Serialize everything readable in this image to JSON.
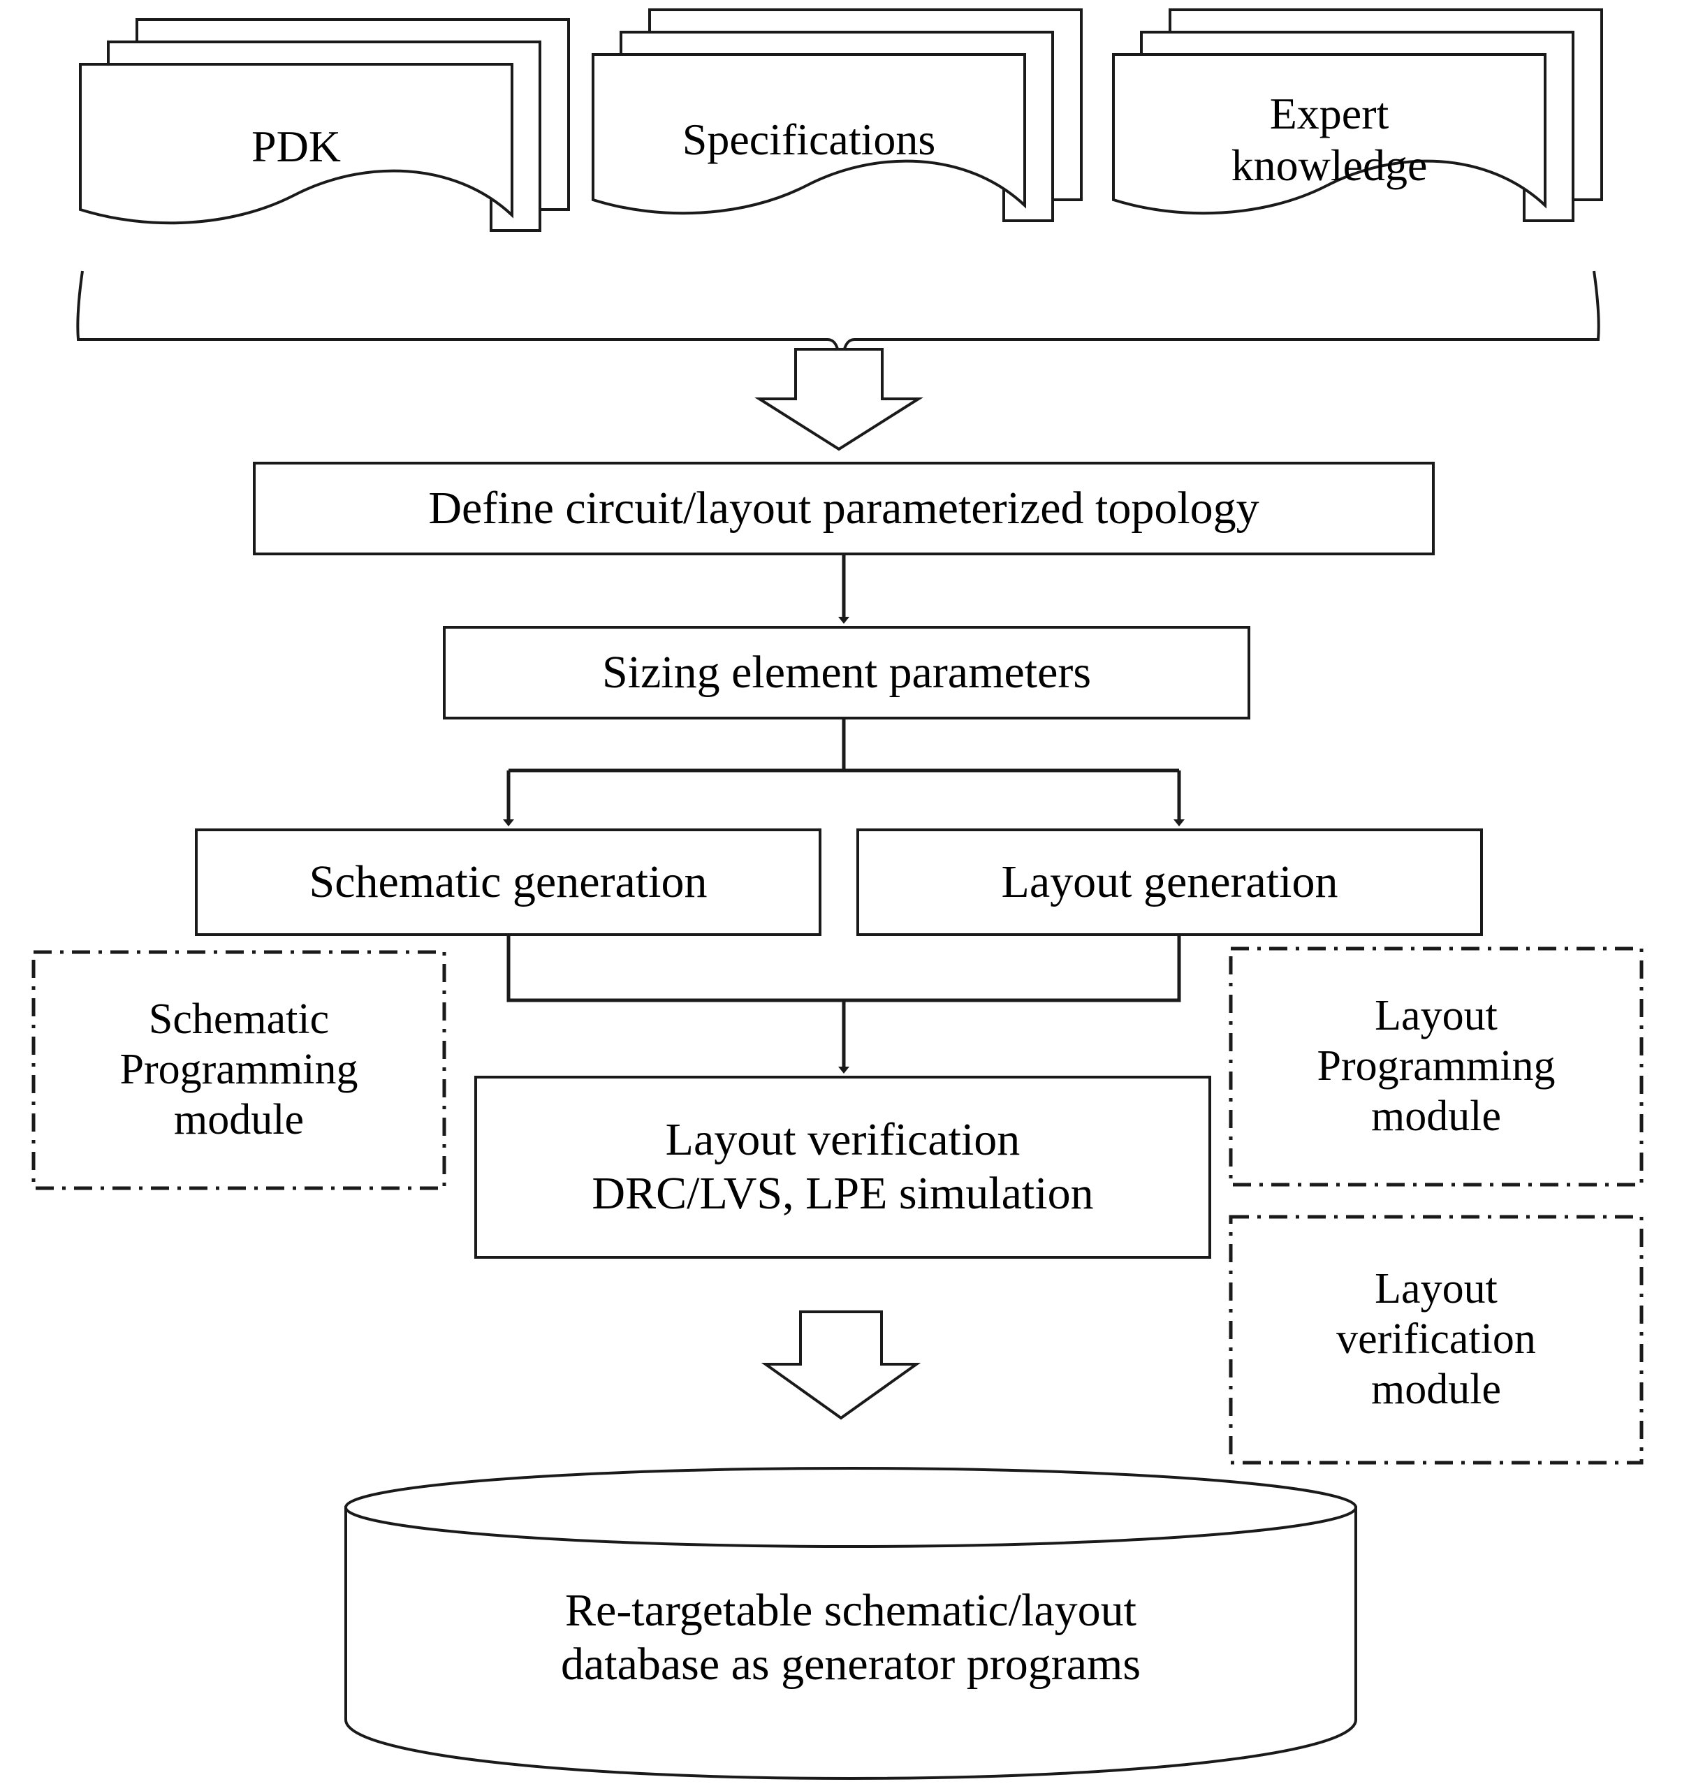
{
  "diagram": {
    "title": "Re-targetable circuit and layout generation flow",
    "type": "flowchart",
    "stroke_color": "#1a1a1a",
    "fill_color": "#ffffff",
    "text_color": "#000000"
  },
  "inputs": {
    "shape": "stacked-document",
    "items": [
      {
        "id": "pdk",
        "label": "PDK",
        "copies": 3
      },
      {
        "id": "specifications",
        "label": "Specifications",
        "copies": 3
      },
      {
        "id": "expert-knowledge",
        "label": "Expert\nknowledge",
        "copies": 3
      }
    ]
  },
  "process": {
    "steps": [
      {
        "id": "define-topology",
        "label": "Define circuit/layout parameterized topology",
        "shape": "rect"
      },
      {
        "id": "sizing-parameters",
        "label": "Sizing element parameters",
        "shape": "rect"
      },
      {
        "id": "schematic-generation",
        "label": "Schematic generation",
        "shape": "rect"
      },
      {
        "id": "layout-generation",
        "label": "Layout generation",
        "shape": "rect"
      },
      {
        "id": "layout-verification",
        "label": "Layout verification\nDRC/LVS, LPE simulation",
        "shape": "rect"
      }
    ]
  },
  "modules": [
    {
      "id": "schematic-programming-module",
      "label": "Schematic\nProgramming\nmodule",
      "side": "left",
      "border": "dash-dot"
    },
    {
      "id": "layout-programming-module",
      "label": "Layout\nProgramming\nmodule",
      "side": "right",
      "border": "dash-dot"
    },
    {
      "id": "layout-verification-module",
      "label": "Layout\nverification\nmodule",
      "side": "right",
      "border": "dash-dot"
    }
  ],
  "output": {
    "id": "database",
    "shape": "cylinder",
    "label": "Re-targetable schematic/layout\ndatabase as generator programs"
  },
  "connectors": [
    {
      "id": "inputs-bracket",
      "type": "brace",
      "from": "inputs",
      "to": "block-arrow-1"
    },
    {
      "id": "block-arrow-1",
      "type": "block-arrow-down",
      "from": "inputs-bracket",
      "to": "define-topology"
    },
    {
      "id": "arrow-define-to-sizing",
      "type": "line-arrow-down",
      "from": "define-topology",
      "to": "sizing-parameters"
    },
    {
      "id": "split-sizing",
      "type": "split-down",
      "from": "sizing-parameters",
      "to": "schematic-generation,layout-generation"
    },
    {
      "id": "merge-to-verification",
      "type": "merge-down",
      "from": "schematic-generation,layout-generation",
      "to": "layout-verification"
    },
    {
      "id": "block-arrow-2",
      "type": "block-arrow-down",
      "from": "layout-verification",
      "to": "database"
    }
  ]
}
